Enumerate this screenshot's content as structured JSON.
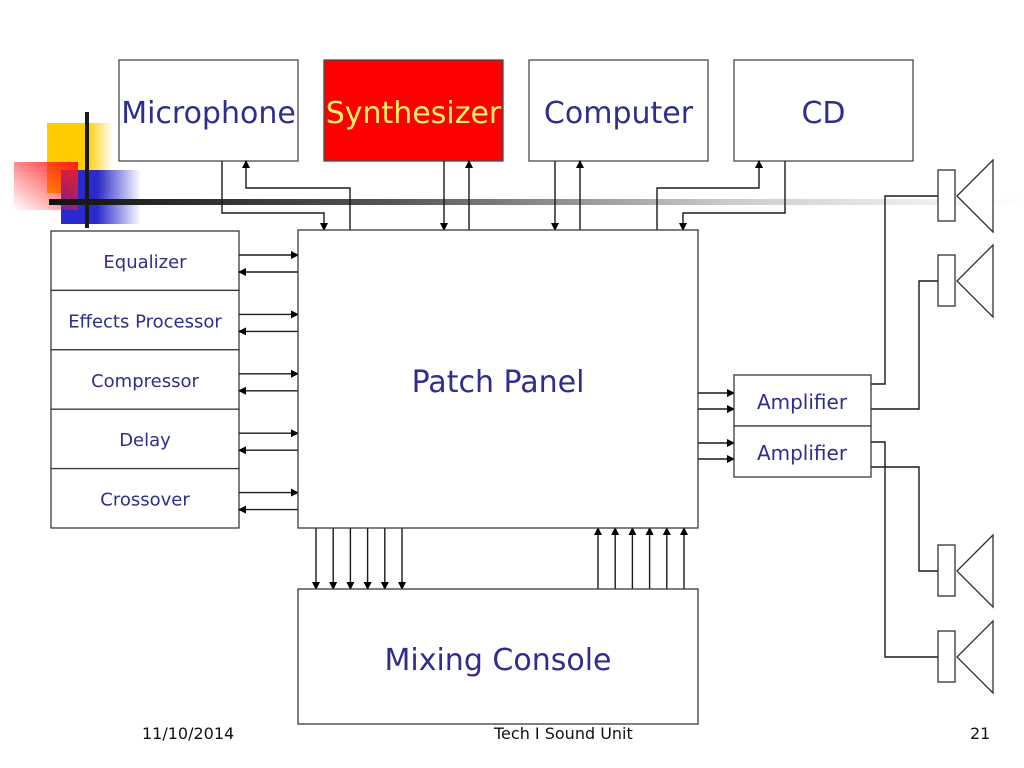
{
  "slide": {
    "sources": [
      {
        "label": "Microphone",
        "fill": "#ffffff",
        "text_color": "#2e2e8e"
      },
      {
        "label": "Synthesizer",
        "fill": "#ff0000",
        "text_color": "#ffee66"
      },
      {
        "label": "Computer",
        "fill": "#ffffff",
        "text_color": "#2e2e8e"
      },
      {
        "label": "CD",
        "fill": "#ffffff",
        "text_color": "#2e2e8e"
      }
    ],
    "processors": [
      "Equalizer",
      "Effects Processor",
      "Compressor",
      "Delay",
      "Crossover"
    ],
    "patch_panel": "Patch Panel",
    "mixing_console": "Mixing Console",
    "amplifiers": [
      "Amplifier",
      "Amplifier"
    ],
    "speakers_count": 4,
    "console_sends": 6,
    "console_returns": 6
  },
  "footer": {
    "date": "11/10/2014",
    "title": "Tech I Sound Unit",
    "page": "21"
  }
}
